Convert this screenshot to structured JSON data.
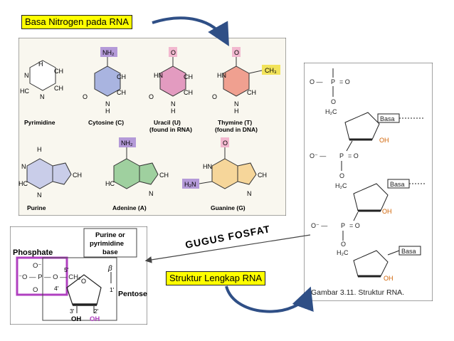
{
  "callouts": {
    "bases_title": "Basa Nitrogen pada RNA",
    "structure_title": "Struktur Lengkap RNA",
    "phosphate_group": "GUGUS FOSFAT"
  },
  "bases_panel": {
    "pyrimidine": "Pyrimidine",
    "cytosine": "Cytosine (C)",
    "uracil": [
      "Uracil (U)",
      "(found in RNA)"
    ],
    "thymine": [
      "Thymine (T)",
      "(found in DNA)"
    ],
    "purine": "Purine",
    "adenine": "Adenine (A)",
    "guanine": "Guanine (G)",
    "nh2": "NH₂",
    "ch3": "CH₃",
    "o": "O",
    "h2n": "H₂N"
  },
  "nucleotide_panel": {
    "phosphate": "Phosphate",
    "base_box": [
      "Purine or",
      "pyrimidine",
      "base"
    ],
    "pentose": "Pentose",
    "beta": "β",
    "oh_left": "OH",
    "oh_right": "OH",
    "primes": [
      "5'",
      "4'",
      "3'",
      "2'",
      "1'"
    ]
  },
  "rna_panel": {
    "caption": "Gambar 3.11. Struktur RNA.",
    "basa": "Basa",
    "oh": "OH"
  },
  "colors": {
    "callout_bg": "#ffff00",
    "arrow": "#2f4f86",
    "cytosine": "#a9b4e0",
    "uracil": "#e39bc0",
    "thymine": "#f0a090",
    "purine": "#c9cde9",
    "adenine": "#9fd09f",
    "guanine": "#f6d69a",
    "nh2_tag": "#b49ad8",
    "o_tag": "#f2b8cf",
    "ch3_tag": "#f2e35a",
    "phosphate_box": "#b040c0"
  }
}
